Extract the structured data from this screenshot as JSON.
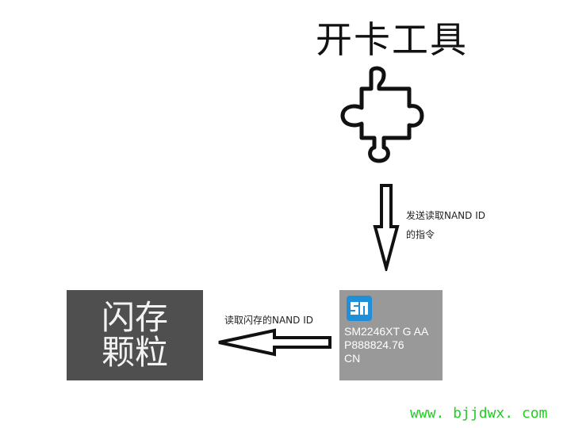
{
  "title": "开卡工具",
  "icons": {
    "plugin": "puzzle-piece-icon",
    "chip_logo": "sm-logo-icon",
    "flow_arrow_down": "down-arrow-icon",
    "flow_arrow_left": "left-arrow-icon"
  },
  "flow": {
    "down_label_line1": "发送读取NAND ID",
    "down_label_line2": "的指令",
    "left_label": "读取闪存的NAND ID"
  },
  "flash": {
    "label": "闪存颗粒"
  },
  "chip": {
    "line1": "SM2246XT G AA",
    "line2": "P888824.76",
    "line3": "CN"
  },
  "watermark": "www. bjjdwx. com",
  "colors": {
    "flash_box": "#4f4f4f",
    "chip_box": "#999999",
    "logo_blue": "#1f8fd9",
    "watermark_green": "#22cc22"
  }
}
